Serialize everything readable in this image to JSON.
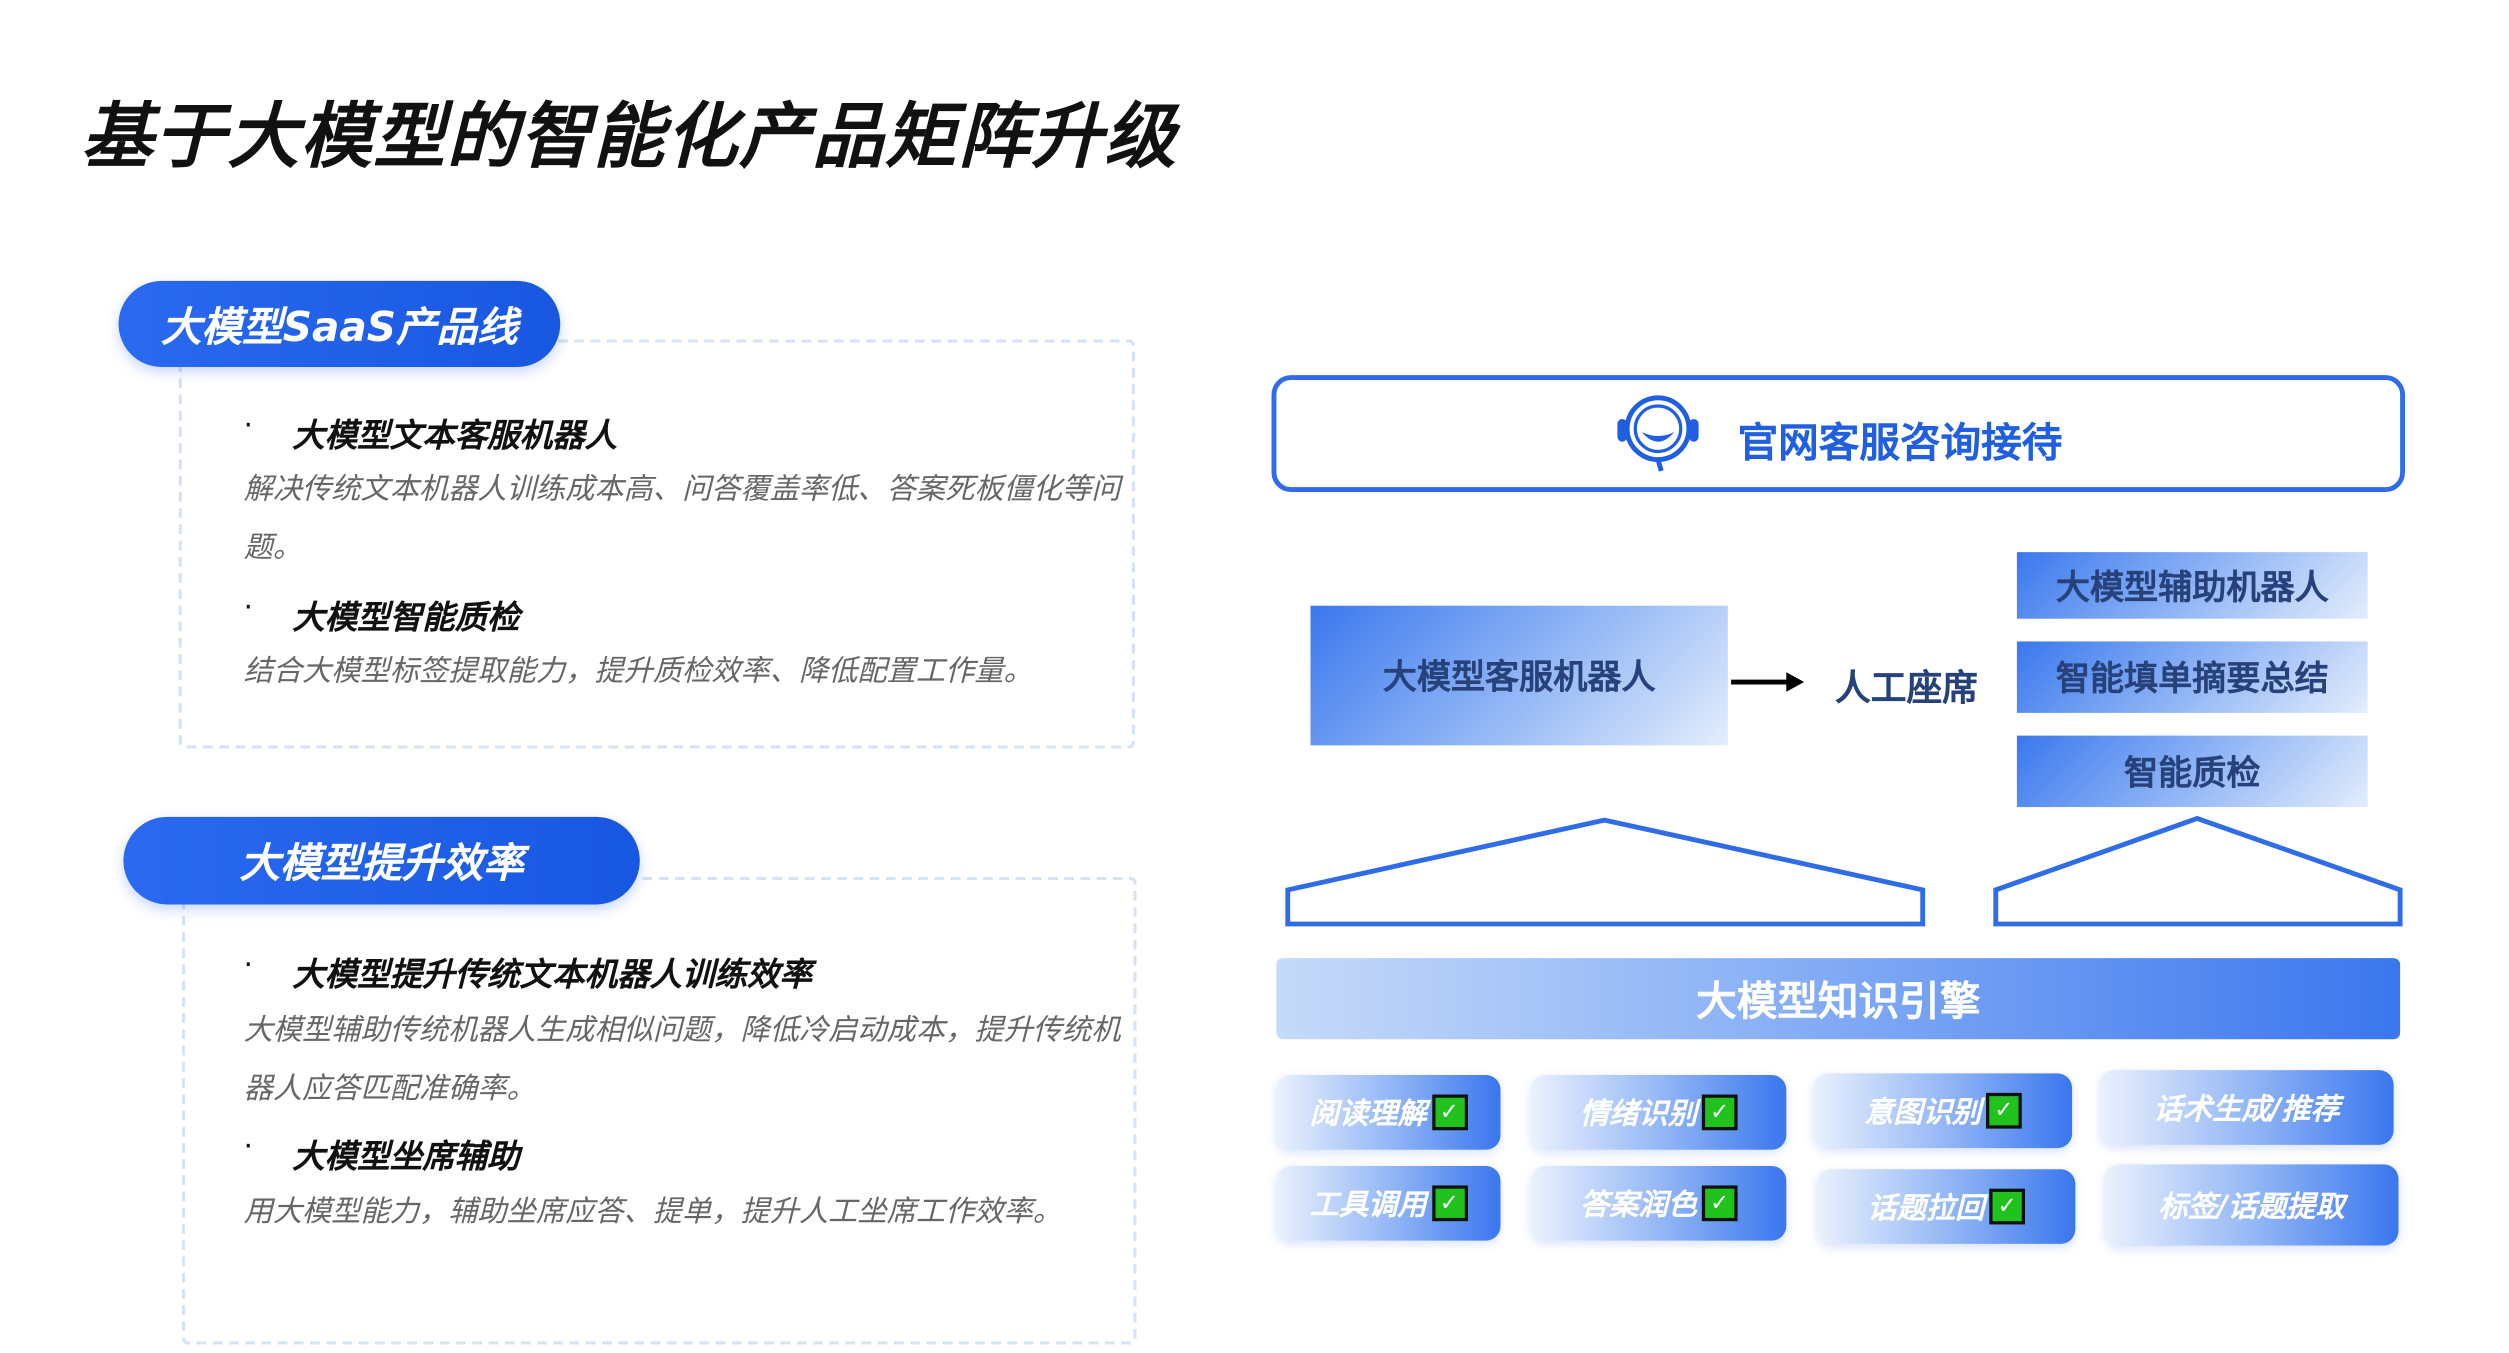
{
  "title": "基于大模型的智能化产品矩阵升级",
  "left": {
    "sections": [
      {
        "pill": "大模型SaaS产品线",
        "items": [
          {
            "bullet": "·",
            "head": "大模型文本客服机器人",
            "desc": "解决传统文本机器人训练成本高、问答覆盖率低、答案死板僵化等问题。"
          },
          {
            "bullet": "·",
            "head": "大模型智能质检",
            "desc": "结合大模型标签提取能力，提升质检效率、降低配置工作量。"
          }
        ]
      },
      {
        "pill": "大模型提升效率",
        "items": [
          {
            "bullet": "·",
            "head": "大模型提升传统文本机器人训练效率",
            "desc": "大模型辅助传统机器人生成相似问题，降低冷启动成本，提升传统机器人应答匹配准确率。"
          },
          {
            "bullet": "·",
            "head": "大模型坐席辅助",
            "desc": "用大模型能力，辅助坐席应答、提单，提升人工坐席工作效率。"
          }
        ]
      }
    ]
  },
  "right": {
    "top_box": {
      "icon": "customer-service-headset-icon",
      "label": "官网客服咨询接待"
    },
    "robot": "大模型客服机器人",
    "agent": "人工座席",
    "agent_tools": [
      "大模型辅助机器人",
      "智能填单摘要总结",
      "智能质检"
    ],
    "engine": "大模型知识引擎",
    "capabilities": [
      {
        "label": "阅读理解",
        "checked": true
      },
      {
        "label": "情绪识别",
        "checked": true
      },
      {
        "label": "意图识别",
        "checked": true
      },
      {
        "label": "话术生成/推荐",
        "checked": false
      },
      {
        "label": "工具调用",
        "checked": true
      },
      {
        "label": "答案润色",
        "checked": true
      },
      {
        "label": "话题拉回",
        "checked": true
      },
      {
        "label": "标签/话题提取",
        "checked": false
      }
    ],
    "check_glyph": "✓",
    "colors": {
      "accent": "#2f6de8",
      "check": "#22c21e"
    }
  }
}
